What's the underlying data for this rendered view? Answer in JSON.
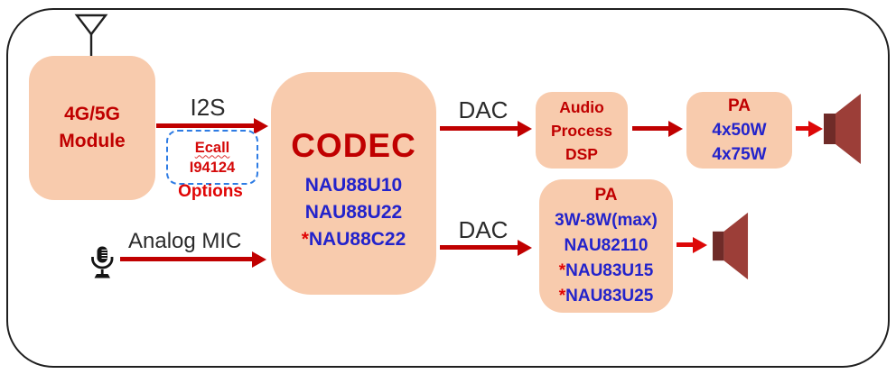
{
  "colors": {
    "block_fill": "#F8CBAD",
    "dark_red_text": "#C00000",
    "blue_text": "#2323CB",
    "arrow_red": "#C00000",
    "bright_red": "#E00505",
    "ecall_border_blue": "#2E7CE4",
    "speaker_horn": "#9C3E38",
    "speaker_magnet": "#6F2B28",
    "frame_border": "#1f1f1f"
  },
  "module": {
    "line1": "4G/5G",
    "line2": "Module"
  },
  "labels": {
    "i2s": "I2S",
    "dac_top": "DAC",
    "dac_bottom": "DAC",
    "analog_mic": "Analog MIC"
  },
  "ecall": {
    "line1": "Ecall",
    "line2": "I94124",
    "caption": "Options"
  },
  "codec": {
    "title": "CODEC",
    "parts": [
      {
        "star": "",
        "name": "NAU88U10"
      },
      {
        "star": "",
        "name": "NAU88U22"
      },
      {
        "star": "*",
        "name": "NAU88C22"
      }
    ]
  },
  "dsp": {
    "line1": "Audio",
    "line2": "Process",
    "line3": "DSP"
  },
  "pa_top": {
    "title": "PA",
    "line1": "4x50W",
    "line2": "4x75W"
  },
  "pa_bottom": {
    "title": "PA",
    "line1": "3W-8W(max)",
    "line2": "NAU82110",
    "line3": {
      "star": "*",
      "name": "NAU83U15"
    },
    "line4": {
      "star": "*",
      "name": "NAU83U25"
    }
  }
}
